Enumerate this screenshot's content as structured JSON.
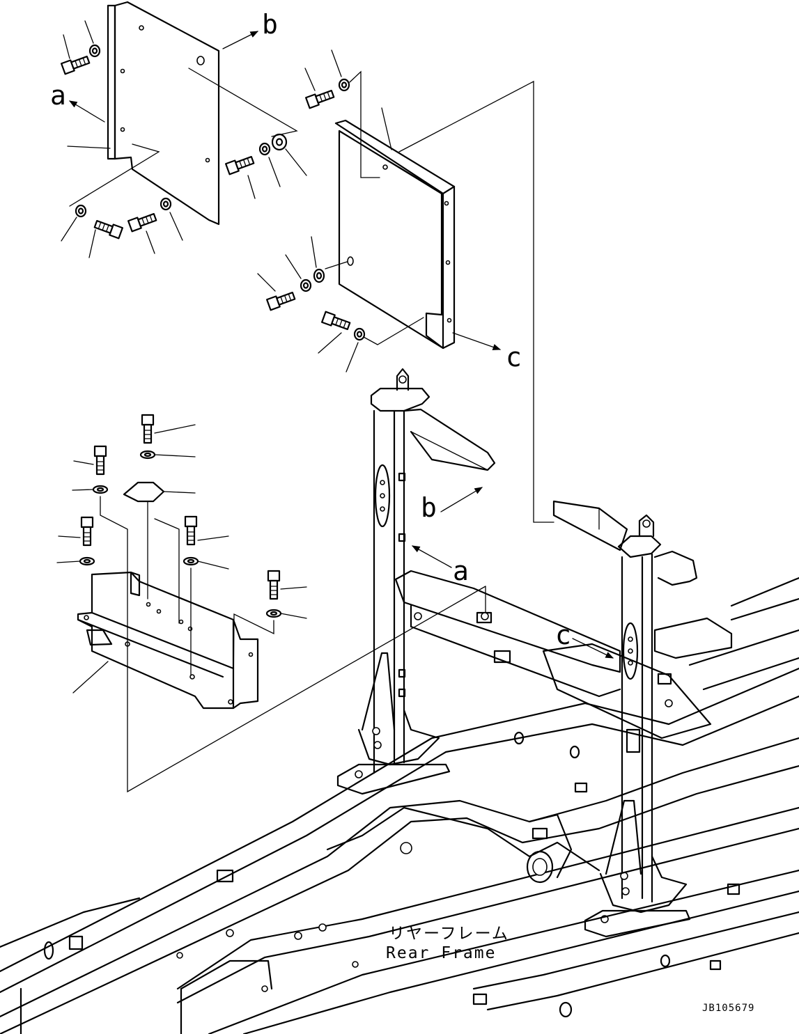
{
  "labels": {
    "ref_a": "a",
    "ref_b": "b",
    "ref_c": "c"
  },
  "caption": {
    "japanese": "リヤーフレーム",
    "english": "Rear Frame"
  },
  "drawing_code": "JB105679",
  "colors": {
    "line": "#000000",
    "background": "#ffffff"
  }
}
